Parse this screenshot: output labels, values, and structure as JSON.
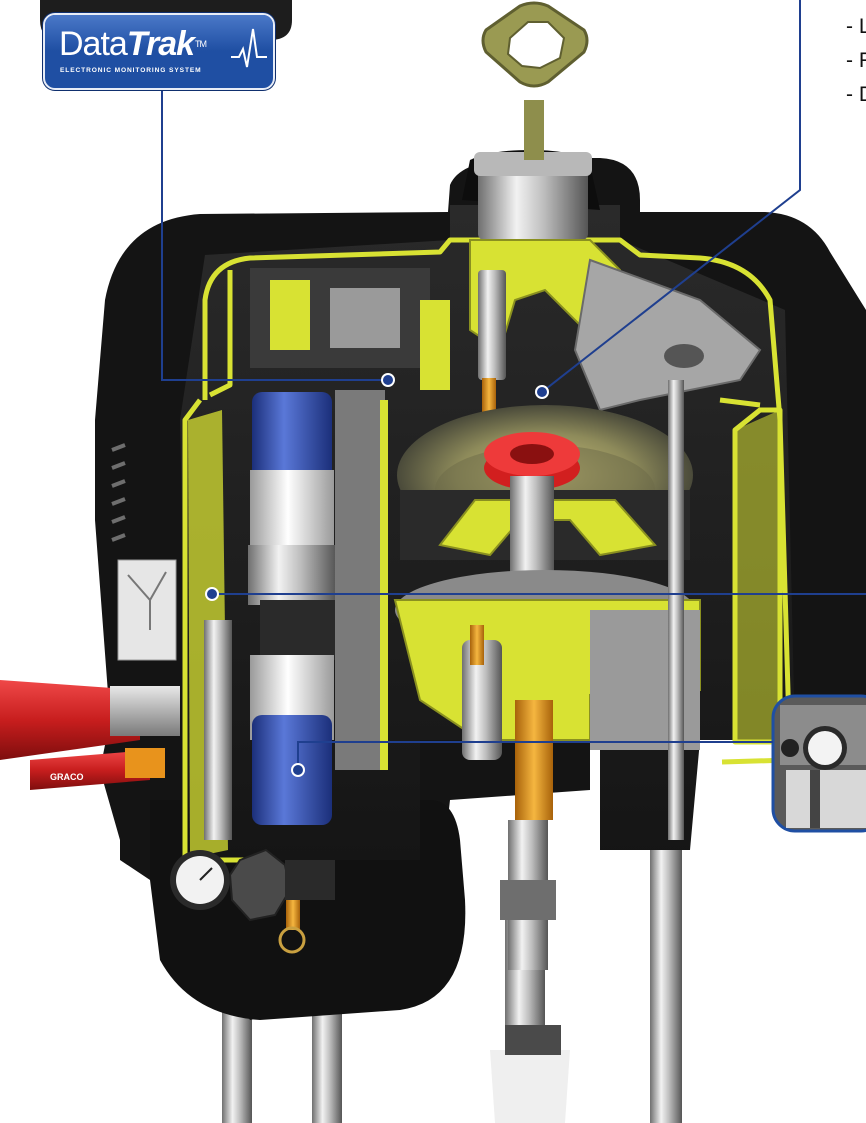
{
  "logo": {
    "brand_light": "Data",
    "brand_bold": "Trak",
    "trademark": "TM",
    "tagline": "ELECTRONIC MONITORING SYSTEM"
  },
  "callout_list": [
    {
      "text": "- L"
    },
    {
      "text": "- F"
    },
    {
      "text": "- D"
    }
  ],
  "hose_brand": "GRACO",
  "colors": {
    "housing": "#141414",
    "cutaway_yellow": "#d8e233",
    "logo_blue": "#1f4fa3",
    "callout_line": "#1f3f8f",
    "lift_ring": "#9a9a52",
    "seal_red": "#d21f1f",
    "hose_red": "#c81e1e"
  },
  "icons": {
    "logo_waveform": "pulse-icon",
    "gauge": "pressure-gauge-icon",
    "valve_knob": "knob-icon"
  }
}
